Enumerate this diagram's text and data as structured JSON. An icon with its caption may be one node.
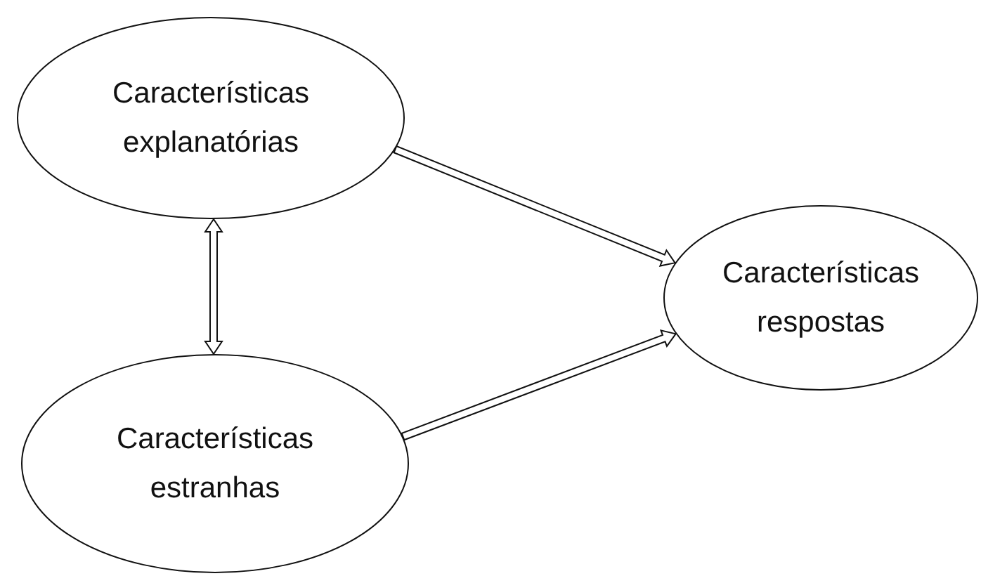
{
  "diagram": {
    "nodes": [
      {
        "text": [
          "Características explanatórias"
        ]
      },
      {
        "text": [
          "Características respostas"
        ]
      },
      {
        "text": [
          "Características estranhas"
        ]
      }
    ],
    "edges": [
      {
        "from": 0,
        "to": 1,
        "arrow": "to"
      },
      {
        "from": 2,
        "to": 1,
        "arrow": "to"
      },
      {
        "from": 0,
        "to": 2,
        "arrow": "both"
      }
    ]
  }
}
